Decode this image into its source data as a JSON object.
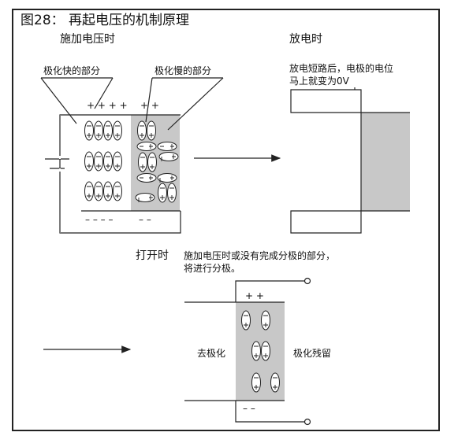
{
  "figure_title": "图28： 再起电压的机制原理",
  "panels": {
    "applying": {
      "title": "施加电压时",
      "label_fast": "极化快的部分",
      "label_slow": "极化慢的部分"
    },
    "discharge": {
      "title": "放电时",
      "note_line1": "放电短路后，电极的电位",
      "note_line2": "马上就变为0V"
    },
    "open": {
      "title": "打开时",
      "note_line1": "施加电压时或没有完成分极的部分，",
      "note_line2": "将进行分极。",
      "label_depolar": "去极化",
      "label_residual": "极化残留"
    }
  },
  "symbols": {
    "top_plus_left": "+ + + +",
    "top_plus_right": "+   +",
    "bottom_minus_left": "– – – –",
    "bottom_minus_right": "–   –",
    "open_plus": "+   +",
    "open_minus": "–   –"
  },
  "colors": {
    "dielectric": "#c8c8c8",
    "line": "#222222"
  }
}
